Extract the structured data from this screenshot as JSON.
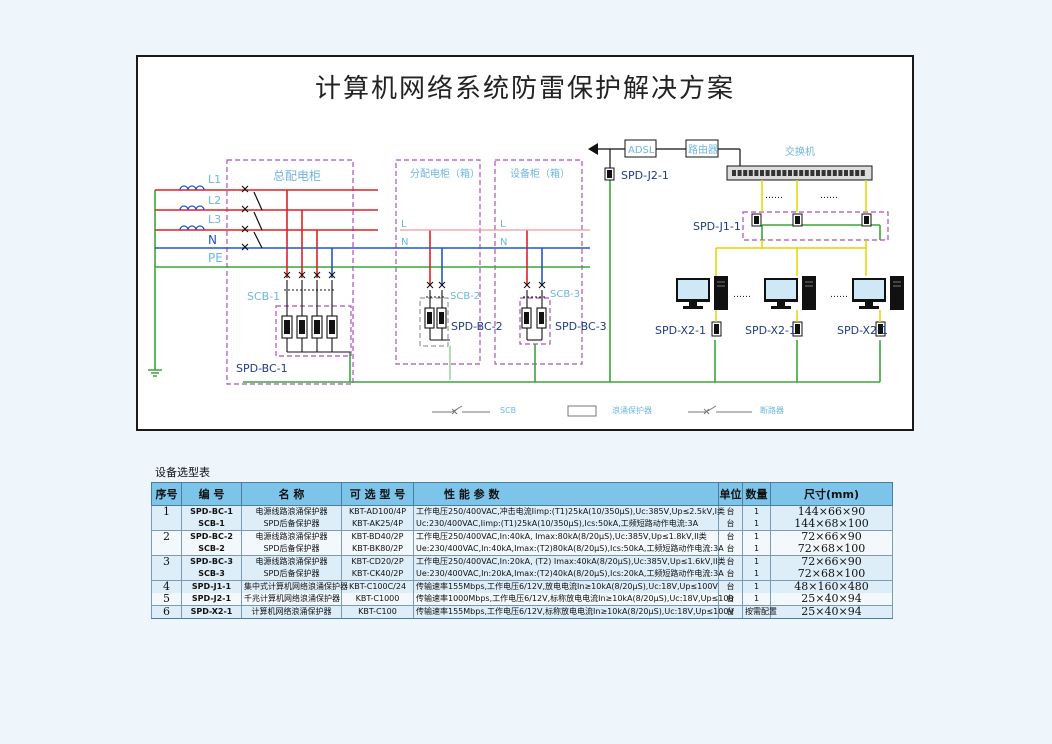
{
  "title": "计算机网络系统防雷保护解决方案",
  "diagram": {
    "cabinets": {
      "main": "总配电柜",
      "dist": "分配电柜（箱）",
      "equip": "设备柜（箱）"
    },
    "lines": {
      "l1": "L1",
      "l2": "L2",
      "l3": "L3",
      "n": "N",
      "pe": "PE",
      "l": "L",
      "n2": "N"
    },
    "labels": {
      "scb1": "SCB-1",
      "scb2": "SCB-2",
      "scb3": "SCB-3",
      "bc1": "SPD-BC-1",
      "bc2": "SPD-BC-2",
      "bc3": "SPD-BC-3",
      "adsl": "ADSL",
      "router": "路由器",
      "switch": "交换机",
      "j2": "SPD-J2-1",
      "j1": "SPD-J1-1",
      "x2a": "SPD-X2-1",
      "x2b": "SPD-X2-1",
      "x2c": "SPD-X2-1",
      "dots1": "……",
      "dots2": "……",
      "dots3": "……",
      "dots4": "……"
    },
    "legend": {
      "scb": "SCB",
      "spd": "浪涌保护器",
      "breaker": "断路器"
    }
  },
  "table": {
    "caption": "设备选型表",
    "headers": [
      "序号",
      "编 号",
      "名  称",
      "可 选 型 号",
      "性 能 参 数",
      "单位",
      "数量",
      "尺寸(mm)"
    ],
    "rows": [
      {
        "serial": "1",
        "code": "SPD-BC-1",
        "name": "电源线路浪涌保护器",
        "model": "KBT-AD100/4P",
        "params": "工作电压250/400VAC,冲击电流Iimp:(T1)25kA(10/350μS),Uc:385V,Up≤2.5kV,I类",
        "unit": "台",
        "qty": "1",
        "size": "144×66×90"
      },
      {
        "serial": "",
        "code": "SCB-1",
        "name": "SPD后备保护器",
        "model": "KBT-AK25/4P",
        "params": "Uc:230/400VAC,Iimp:(T1)25kA(10/350μS),Ics:50kA,工频短路动作电流:3A",
        "unit": "台",
        "qty": "1",
        "size": "144×68×100"
      },
      {
        "serial": "2",
        "code": "SPD-BC-2",
        "name": "电源线路浪涌保护器",
        "model": "KBT-BD40/2P",
        "params": "工作电压250/400VAC,In:40kA, Imax:80kA(8/20μS),Uc:385V,Up≤1.8kV,II类",
        "unit": "台",
        "qty": "1",
        "size": "72×66×90"
      },
      {
        "serial": "",
        "code": "SCB-2",
        "name": "SPD后备保护器",
        "model": "KBT-BK80/2P",
        "params": "Ue:230/400VAC,In:40kA,Imax:(T2)80kA(8/20μS),Ics:50kA,工频短路动作电流:3A",
        "unit": "台",
        "qty": "1",
        "size": "72×68×100"
      },
      {
        "serial": "3",
        "code": "SPD-BC-3",
        "name": "电源线路浪涌保护器",
        "model": "KBT-CD20/2P",
        "params": "工作电压250/400VAC,In:20kA, (T2) Imax:40kA(8/20μS),Uc:385V,Up≤1.6kV,II类",
        "unit": "台",
        "qty": "1",
        "size": "72×66×90"
      },
      {
        "serial": "",
        "code": "SCB-3",
        "name": "SPD后备保护器",
        "model": "KBT-CK40/2P",
        "params": "Ue:230/400VAC,In:20kA,Imax:(T2)40kA(8/20μS),Ics:20kA,工频短路动作电流:3A",
        "unit": "台",
        "qty": "1",
        "size": "72×68×100"
      },
      {
        "serial": "4",
        "code": "SPD-J1-1",
        "name": "集中式计算机网络浪涌保护器",
        "model": "KBT-C100C/24",
        "params": "传输速率155Mbps,工作电压6/12V,放电电流In≥10kA(8/20μS),Uc:18V,Up≤100V",
        "unit": "台",
        "qty": "1",
        "size": "48×160×480"
      },
      {
        "serial": "5",
        "code": "SPD-J2-1",
        "name": "千兆计算机网络浪涌保护器",
        "model": "KBT-C1000",
        "params": "传输速率1000Mbps,工作电压6/12V,标称放电电流In≥10kA(8/20μS),Uc:18V,Up≤100",
        "unit": "台",
        "qty": "1",
        "size": "25×40×94"
      },
      {
        "serial": "6",
        "code": "SPD-X2-1",
        "name": "计算机网络浪涌保护器",
        "model": "KBT-C100",
        "params": "传输速率155Mbps,工作电压6/12V,标称放电电流In≥10kA(8/20μS),Uc:18V,Up≤100V",
        "unit": "台",
        "qty": "按需配置",
        "size": "25×40×94"
      }
    ]
  }
}
